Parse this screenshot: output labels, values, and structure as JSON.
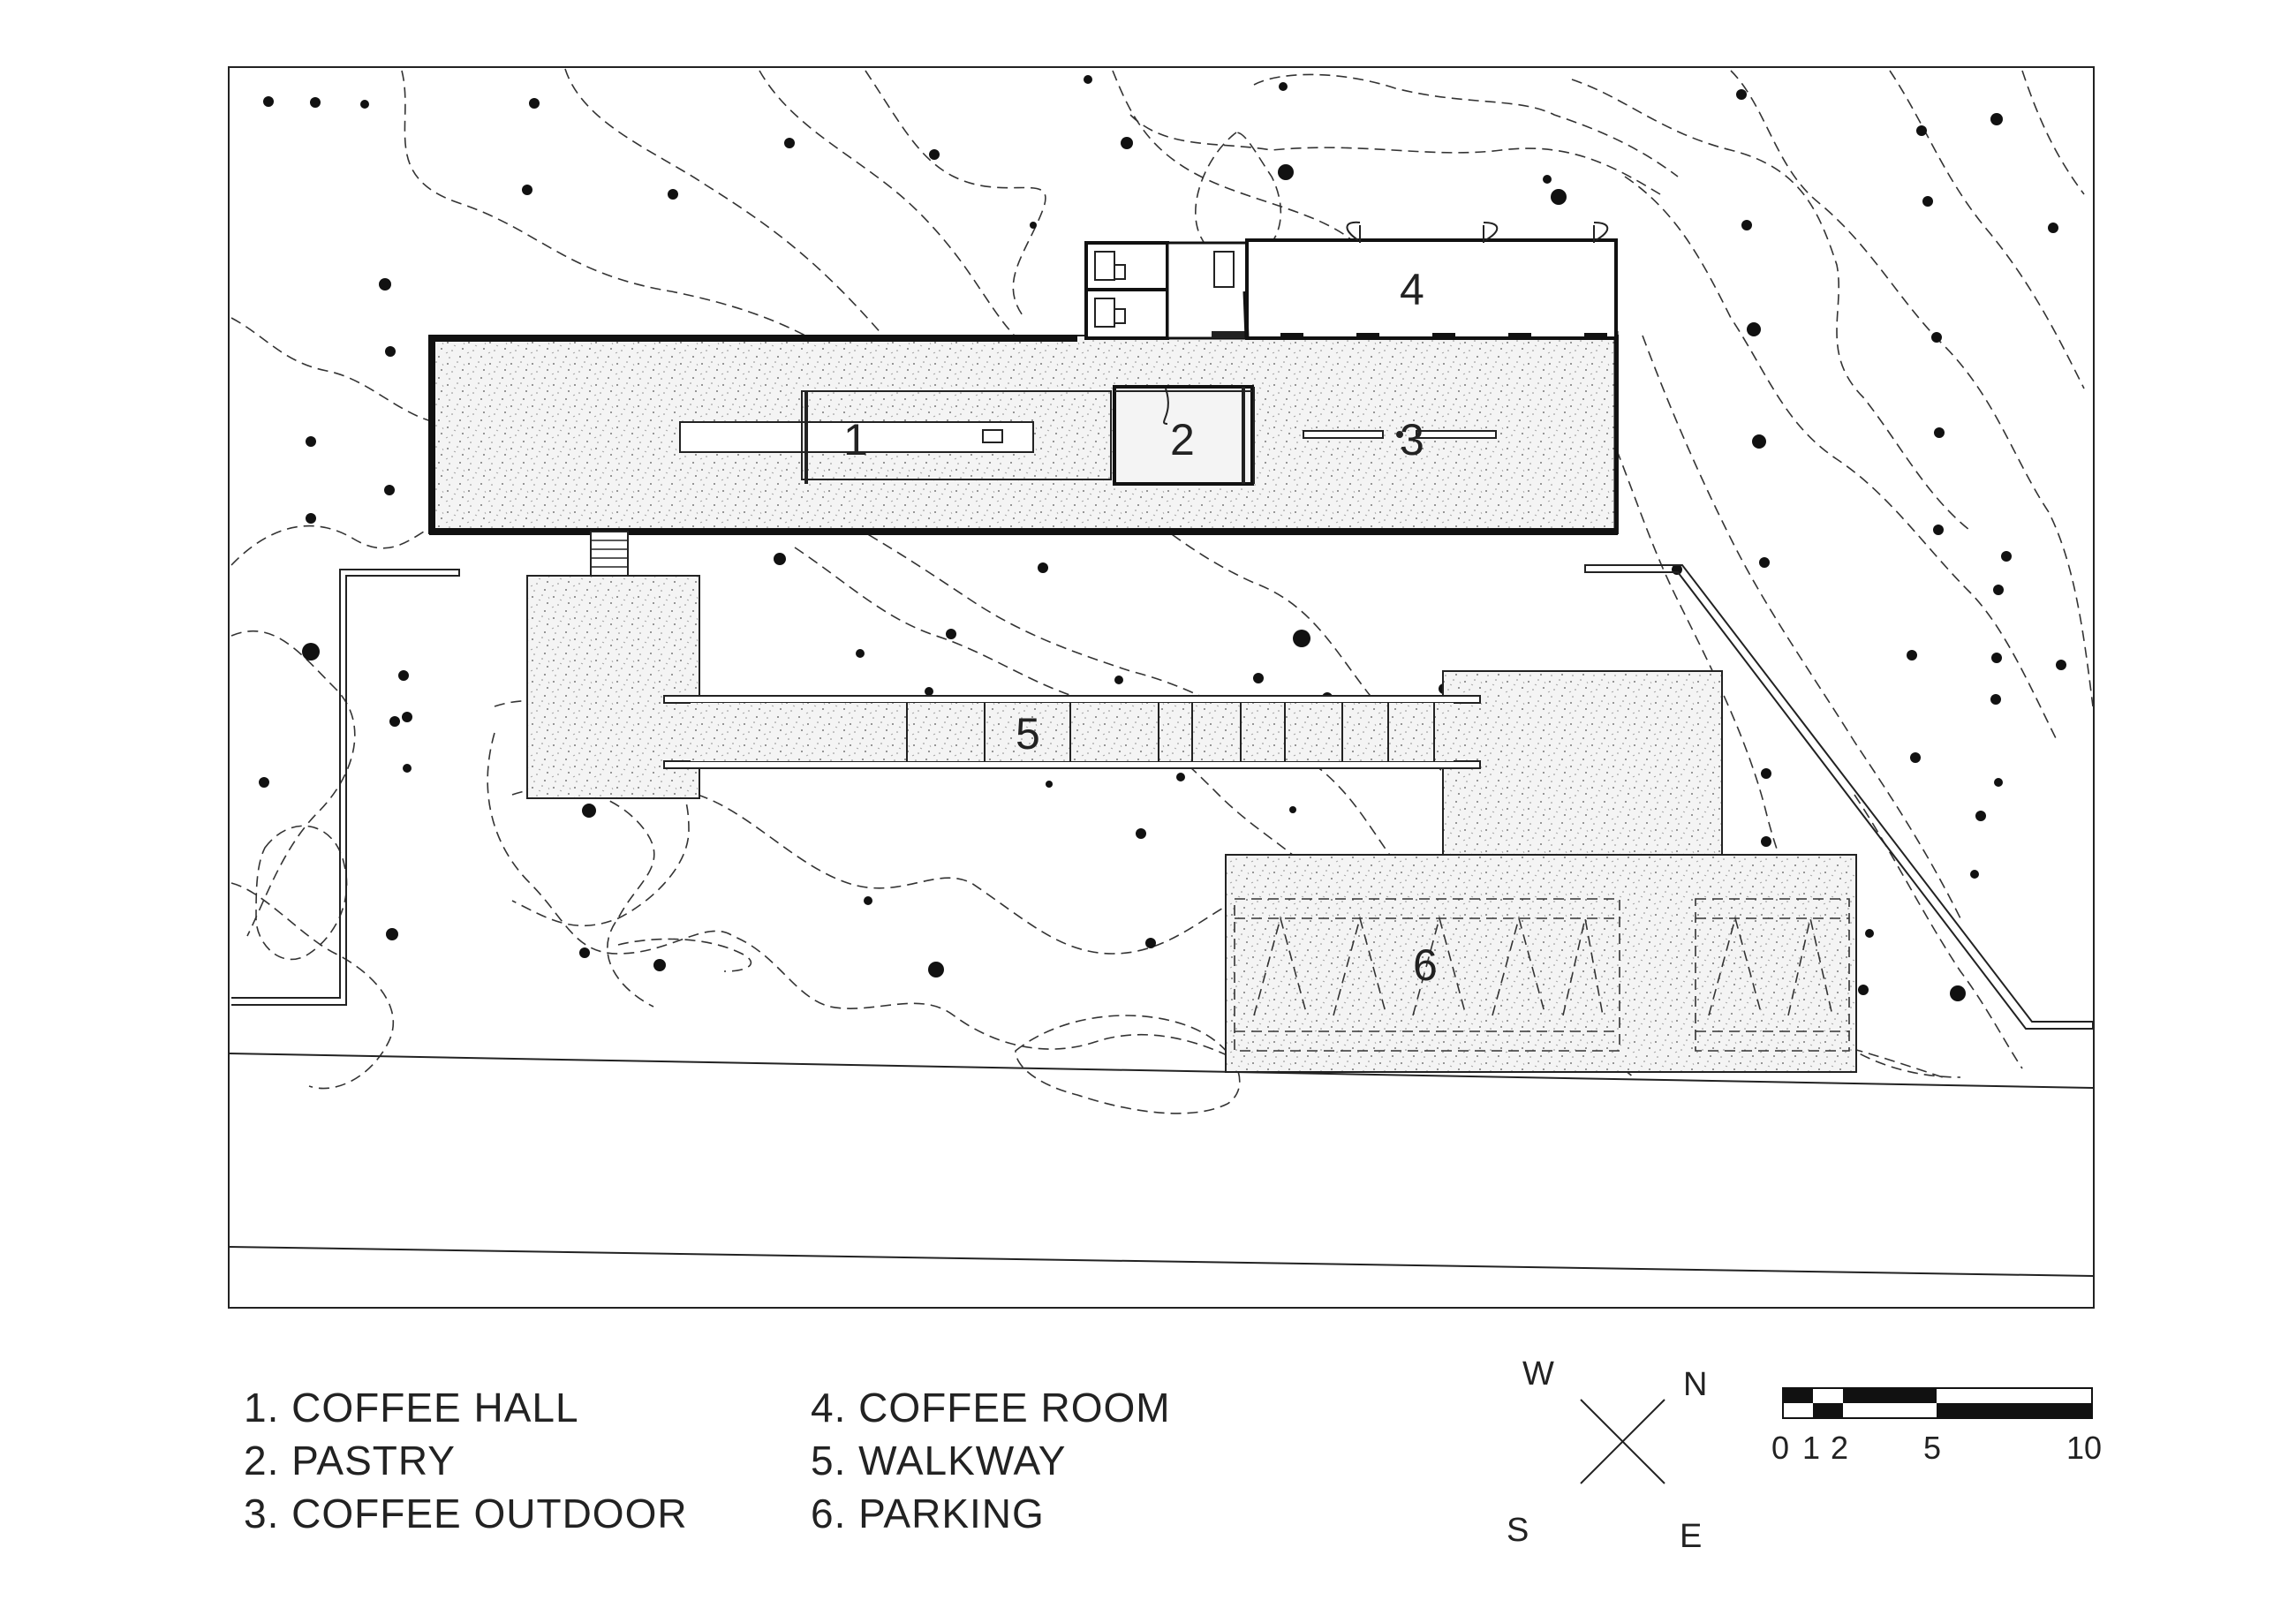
{
  "rooms": [
    {
      "num": "1"
    },
    {
      "num": "2"
    },
    {
      "num": "3"
    },
    {
      "num": "4"
    },
    {
      "num": "5"
    },
    {
      "num": "6"
    }
  ],
  "legend": [
    "1. COFFEE HALL",
    "2. PASTRY",
    "3. COFFEE OUTDOOR",
    "4. COFFEE ROOM",
    "5. WALKWAY",
    "6. PARKING"
  ],
  "compass": {
    "w": "W",
    "n": "N",
    "s": "S",
    "e": "E"
  },
  "scale": {
    "labels": [
      "0",
      "1",
      "2",
      "5",
      "10"
    ]
  }
}
